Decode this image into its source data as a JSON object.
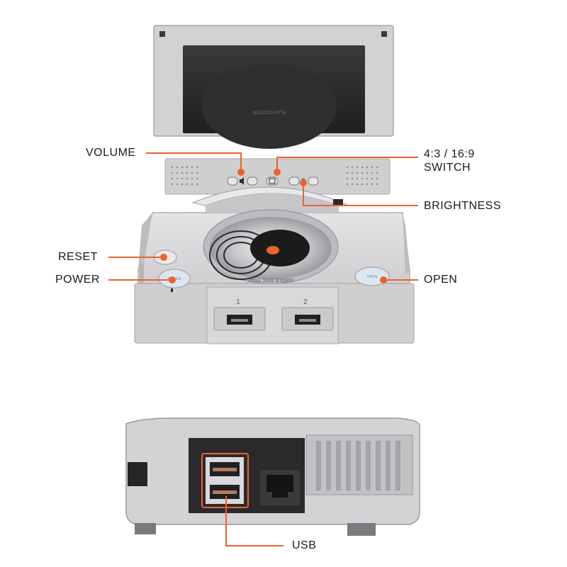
{
  "colors": {
    "accent": "#e8642c",
    "console_body": "#d6d6d8",
    "console_shadow": "#a9a9ad",
    "screen": "#2a2a2c",
    "disc": "#1b1b1b"
  },
  "callouts": {
    "volume": "VOLUME",
    "aspect_line1": "4:3 / 16:9",
    "aspect_line2": "SWITCH",
    "brightness": "BRIGHTNESS",
    "reset": "RESET",
    "power": "POWER",
    "open": "OPEN",
    "usb": "USB"
  },
  "icons": {
    "volume_buttons": "speaker-icon",
    "aspect_button": "aspect-ratio-icon",
    "brightness_buttons": "sun-icon",
    "usb_ports": "usb-port-icon",
    "network_port": "ethernet-port-icon"
  },
  "console": {
    "port_labels": [
      "1",
      "2"
    ]
  }
}
